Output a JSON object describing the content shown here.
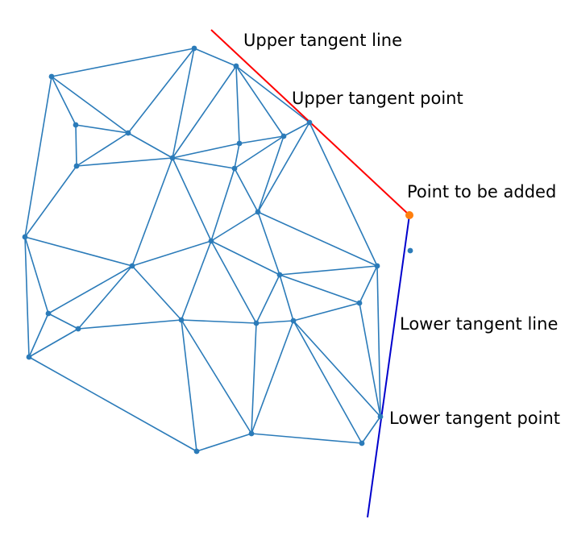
{
  "labels": {
    "upper_tangent_line": "Upper tangent line",
    "upper_tangent_point": "Upper tangent point",
    "point_to_be_added": "Point to be added",
    "lower_tangent_line": "Lower tangent line",
    "lower_tangent_point": "Lower tangent point"
  },
  "colors": {
    "mesh": "#2b7bb9",
    "upper_tangent": "#ff0000",
    "lower_tangent": "#0000cc",
    "new_point": "#ff7f0e"
  }
}
